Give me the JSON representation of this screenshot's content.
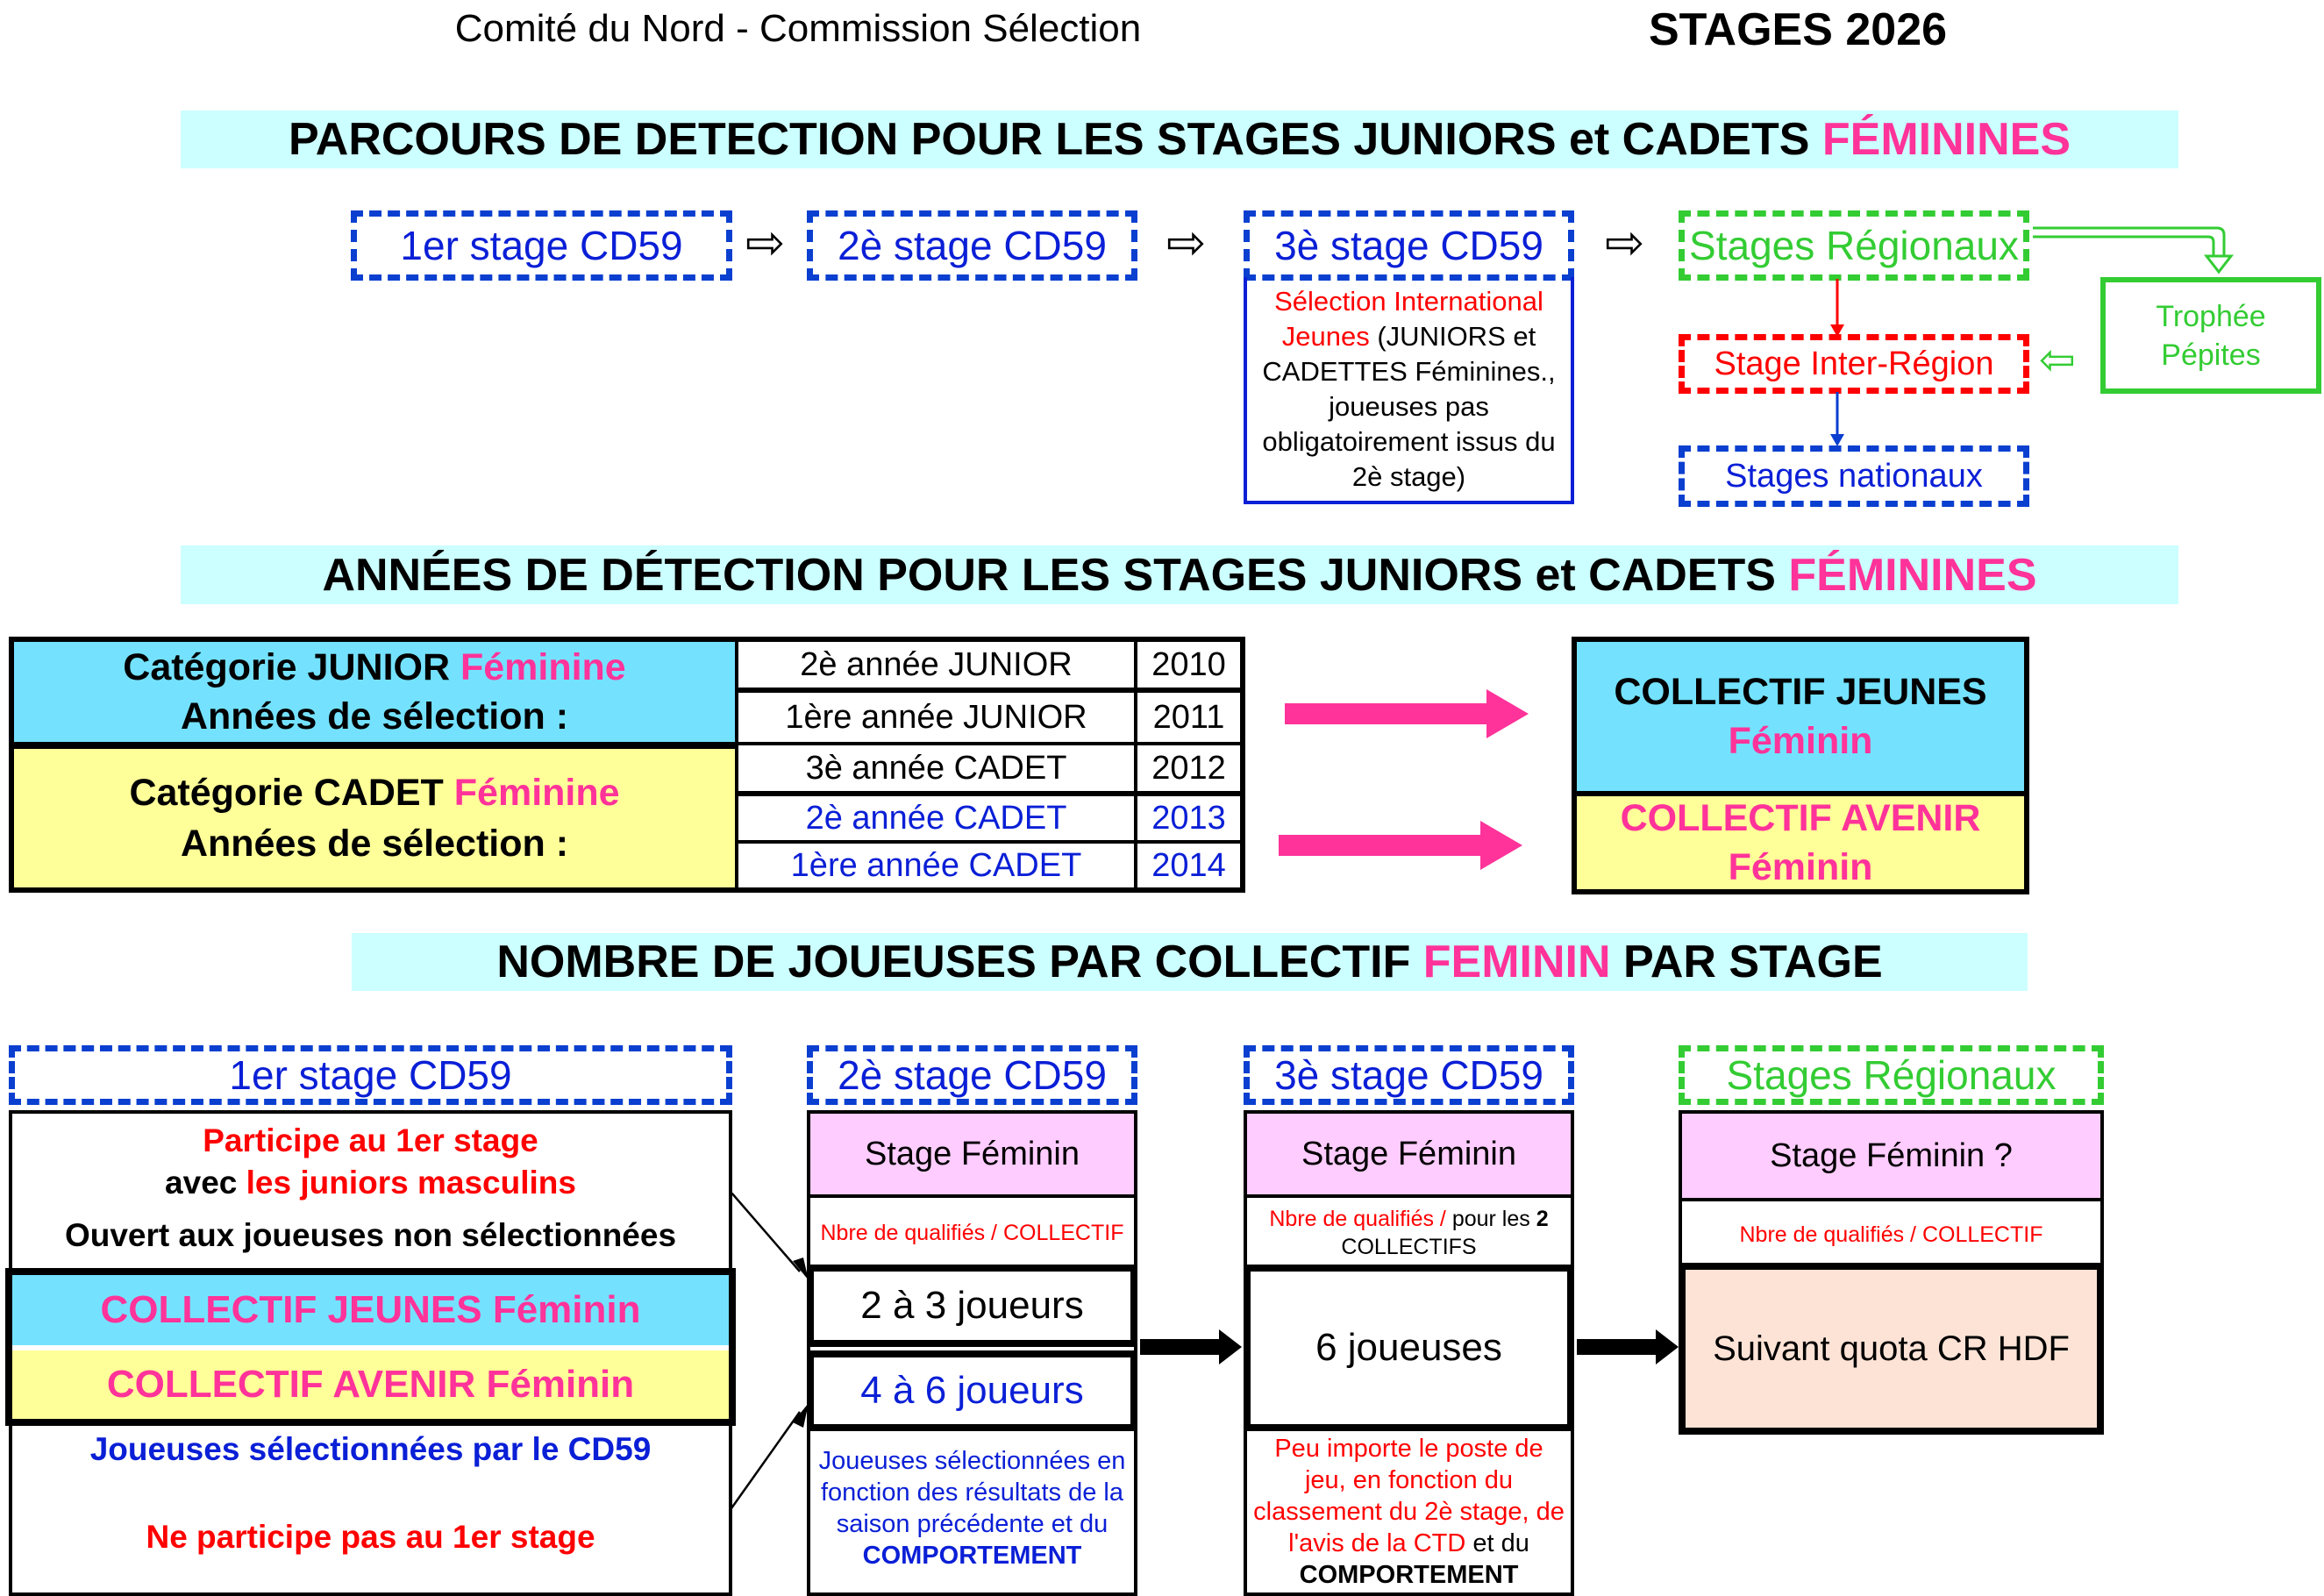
{
  "header": {
    "organization": "Comité du Nord - Commission Sélection",
    "title": "STAGES 2026"
  },
  "section1": {
    "title_black": "PARCOURS DE DETECTION POUR LES STAGES JUNIORS et CADETS",
    "title_pink": "FÉMININES",
    "flow": {
      "stage1": "1er stage CD59",
      "stage2": "2è stage CD59",
      "stage3": "3è stage CD59",
      "regional": "Stages Régionaux",
      "inter_region": "Stage Inter-Région",
      "nationaux": "Stages nationaux",
      "trophee_line1": "Trophée",
      "trophee_line2": "Pépites",
      "arrow_glyph": "⇨",
      "left_arrow_glyph": "⇦",
      "stage3_detail": {
        "red_part": "Sélection International Jeunes",
        "black_part": " (JUNIORS et CADETTES Féminines., joueuses pas obligatoirement issus du 2è stage)"
      }
    }
  },
  "section2": {
    "title_black": "ANNÉES DE DÉTECTION POUR LES STAGES JUNIORS et CADETS",
    "title_pink": "FÉMININES",
    "junior": {
      "line1_black": "Catégorie JUNIOR",
      "line1_pink": "Féminine",
      "line2": "Années de sélection :"
    },
    "cadet": {
      "line1_black": "Catégorie CADET",
      "line1_pink": "Féminine",
      "line2": "Années de sélection :"
    },
    "rows": [
      {
        "label": "2è année JUNIOR",
        "year": "2010",
        "color": "#000000"
      },
      {
        "label": "1ère année JUNIOR",
        "year": "2011",
        "color": "#000000"
      },
      {
        "label": "3è année CADET",
        "year": "2012",
        "color": "#000000"
      },
      {
        "label": "2è année CADET",
        "year": "2013",
        "color": "#0a1fd6"
      },
      {
        "label": "1ère année CADET",
        "year": "2014",
        "color": "#0a1fd6"
      }
    ],
    "collectif_jeunes": {
      "line1": "COLLECTIF JEUNES",
      "line2": "Féminin"
    },
    "collectif_avenir": {
      "line1": "COLLECTIF AVENIR",
      "line2": "Féminin"
    }
  },
  "section3": {
    "title_black_1": "NOMBRE DE JOUEUSES PAR COLLECTIF",
    "title_pink": "FEMININ",
    "title_black_2": "PAR STAGE",
    "col1": {
      "header": "1er stage CD59",
      "participe": "Participe au 1er stage",
      "avec": "avec",
      "juniors_masc": "les juniors masculins",
      "ouvert": "Ouvert aux joueuses non sélectionnées",
      "collectif_jeunes": "COLLECTIF JEUNES Féminin",
      "collectif_avenir": "COLLECTIF AVENIR Féminin",
      "selectionnees": "Joueuses sélectionnées par le CD59",
      "ne_participe": "Ne participe pas au 1er stage"
    },
    "col2": {
      "header": "2è stage CD59",
      "stage": "Stage Féminin",
      "nbre": "Nbre de qualifiés / COLLECTIF",
      "jeunes_count": "2 à 3 joueurs",
      "avenir_count": "4 à 6 joueurs",
      "note": "Joueuses sélectionnées en fonction des résultats de la saison précédente et du",
      "note_bold": "COMPORTEMENT"
    },
    "col3": {
      "header": "3è stage CD59",
      "stage": "Stage Féminin",
      "nbre_red": "Nbre de qualifiés / ",
      "nbre_black": "pour les ",
      "nbre_bold": "2",
      "nbre_line2": "COLLECTIFS",
      "count": "6 joueuses",
      "note_red": "Peu importe le poste de jeu, en fonction du classement du 2è stage, de l'avis de la CTD",
      "note_black": " et du",
      "note_bold": "COMPORTEMENT"
    },
    "col4": {
      "header": "Stages Régionaux",
      "stage": "Stage Féminin ?",
      "nbre": "Nbre de qualifiés / COLLECTIF",
      "quota": "Suivant quota CR HDF"
    }
  },
  "colors": {
    "banner_bg": "#ccffff",
    "pink": "#ff3399",
    "cyan": "#74e2ff",
    "yellow": "#ffff99",
    "lilac": "#ffccff",
    "peach": "#fde3d6",
    "blue": "#0a3fd0",
    "green": "#33cc33",
    "red": "#ff0000"
  }
}
